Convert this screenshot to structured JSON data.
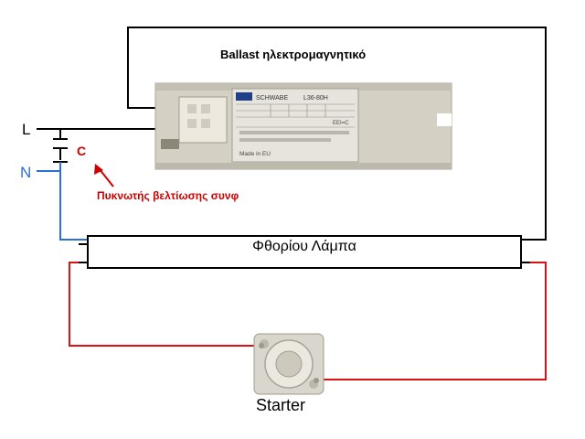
{
  "labels": {
    "ballast": "Ballast ηλεκτρομαγνητικό",
    "line": "L",
    "neutral": "N",
    "capacitor_symbol": "C",
    "capacitor": "Πυκνωτής βελτίωσης συνφ",
    "lamp": "Φθορίου Λάμπα",
    "starter": "Starter"
  },
  "ballast_plate": {
    "brand": "SCHWABE",
    "model": "L36-80H",
    "region": "Made in EU",
    "mark": "EEI=C"
  },
  "colors": {
    "line_wire": "#000000",
    "neutral_wire": "#2a70d8",
    "starter_wire": "#dd1111",
    "capacitor_label": "#cc0000"
  }
}
